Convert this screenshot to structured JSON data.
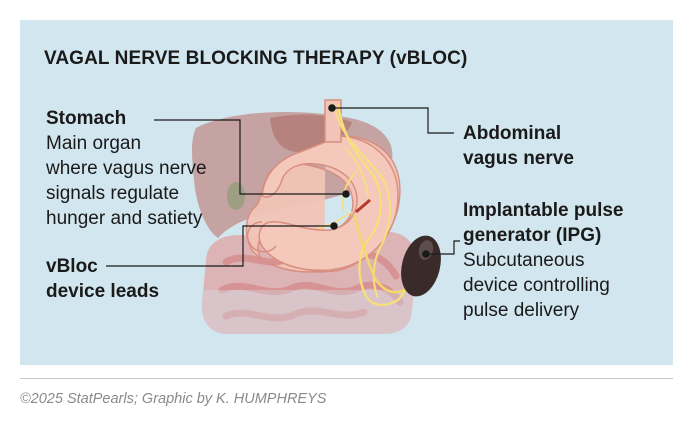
{
  "title": "VAGAL NERVE BLOCKING THERAPY (vBLOC)",
  "labels": {
    "stomach": {
      "heading": "Stomach",
      "lines": [
        "Main organ",
        "where vagus nerve",
        "signals regulate",
        "hunger and satiety"
      ]
    },
    "leads": {
      "heading_lines": [
        "vBloc",
        "device leads"
      ]
    },
    "vagus": {
      "heading_lines": [
        "Abdominal",
        "vagus nerve"
      ]
    },
    "ipg": {
      "heading_lines": [
        "Implantable pulse",
        "generator (IPG)"
      ],
      "lines": [
        "Subcutaneous",
        "device controlling",
        "pulse delivery"
      ]
    }
  },
  "credit": "©2025 StatPearls; Graphic by K. HUMPHREYS",
  "colors": {
    "panel_bg": "#d2e6ef",
    "stomach": "#f2c4b8",
    "liver": "#b86b62",
    "intestine": "#e07a7a",
    "nerve": "#f7e07a",
    "lead": "#b83a2e",
    "ipg": "#3a2a2a"
  }
}
